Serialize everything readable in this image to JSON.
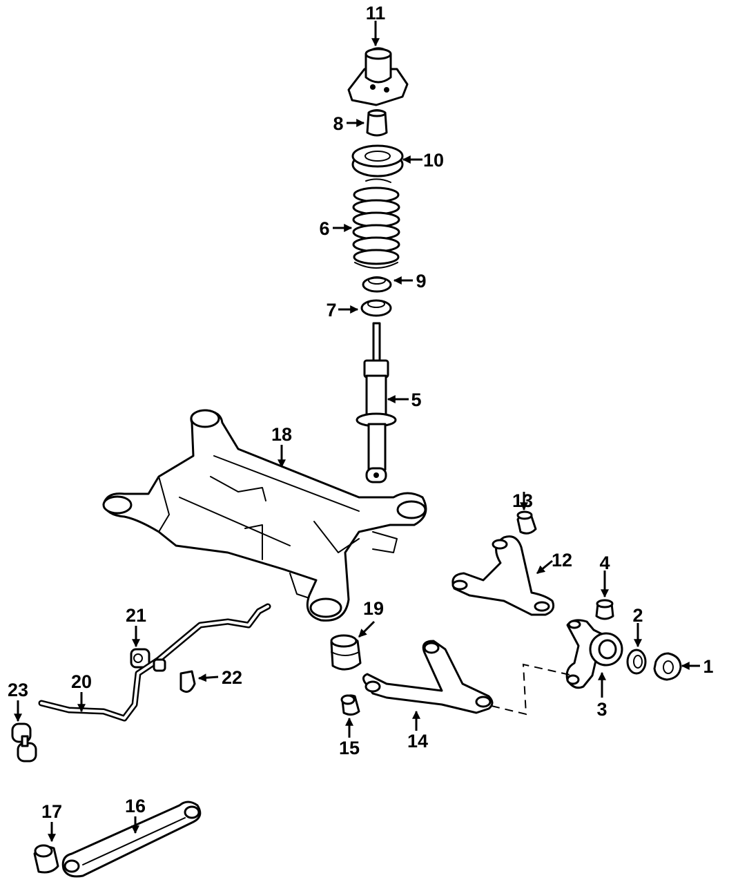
{
  "diagram": {
    "parts": [
      {
        "id": "part-1",
        "label": "1"
      },
      {
        "id": "part-2",
        "label": "2"
      },
      {
        "id": "part-3",
        "label": "3"
      },
      {
        "id": "part-4",
        "label": "4"
      },
      {
        "id": "part-5",
        "label": "5"
      },
      {
        "id": "part-6",
        "label": "6"
      },
      {
        "id": "part-7",
        "label": "7"
      },
      {
        "id": "part-8",
        "label": "8"
      },
      {
        "id": "part-9",
        "label": "9"
      },
      {
        "id": "part-10",
        "label": "10"
      },
      {
        "id": "part-11",
        "label": "11"
      },
      {
        "id": "part-12",
        "label": "12"
      },
      {
        "id": "part-13",
        "label": "13"
      },
      {
        "id": "part-14",
        "label": "14"
      },
      {
        "id": "part-15",
        "label": "15"
      },
      {
        "id": "part-16",
        "label": "16"
      },
      {
        "id": "part-17",
        "label": "17"
      },
      {
        "id": "part-18",
        "label": "18"
      },
      {
        "id": "part-19",
        "label": "19"
      },
      {
        "id": "part-20",
        "label": "20"
      },
      {
        "id": "part-21",
        "label": "21"
      },
      {
        "id": "part-22",
        "label": "22"
      },
      {
        "id": "part-23",
        "label": "23"
      }
    ]
  }
}
